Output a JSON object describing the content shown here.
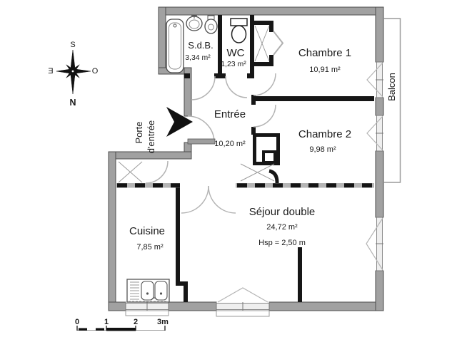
{
  "plan": {
    "rooms": {
      "sdb": {
        "name": "S.d.B.",
        "area": "3,34 m²"
      },
      "wc": {
        "name": "WC",
        "area": "1,23 m²"
      },
      "chambre1": {
        "name": "Chambre 1",
        "area": "10,91 m²"
      },
      "chambre2": {
        "name": "Chambre 2",
        "area": "9,98 m²"
      },
      "entree": {
        "name": "Entrée",
        "area": "10,20 m²"
      },
      "sejour": {
        "name": "Séjour double",
        "area": "24,72 m²",
        "ceiling_height": "Hsp = 2,50 m"
      },
      "cuisine": {
        "name": "Cuisine",
        "area": "7,85 m²"
      },
      "balcon": {
        "name": "Balcon"
      }
    },
    "annotations": {
      "entry_door_line1": "Porte",
      "entry_door_line2": "d'entrée"
    },
    "compass": {
      "north": "N",
      "south": "S",
      "east": "E",
      "west": "O"
    },
    "scale_bar": {
      "ticks": [
        "0",
        "1",
        "2",
        "3m"
      ]
    },
    "colors": {
      "exterior_wall": "#a1a1a1",
      "interior_wall": "#161616",
      "door_arc": "#b3b3b3",
      "window": "#e8e8e8",
      "text": "#1a1a1a"
    }
  }
}
